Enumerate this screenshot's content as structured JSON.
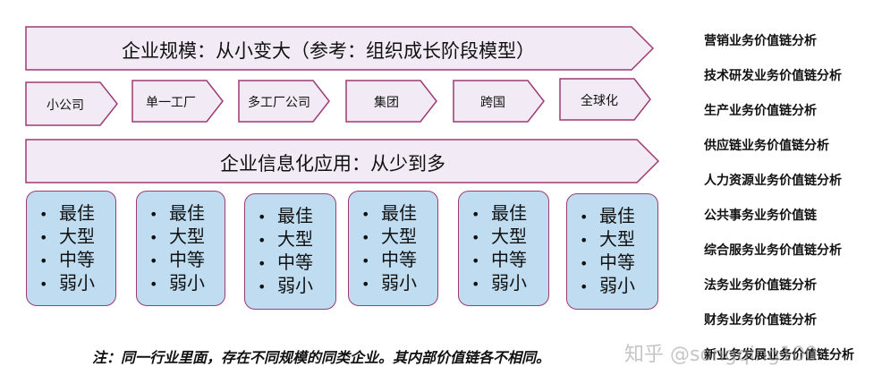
{
  "scale": {
    "title": "企业规模：从小变大（参考：组织成长阶段模型）",
    "stages": [
      "小公司",
      "单一工厂",
      "多工厂公司",
      "集团",
      "跨国",
      "全球化"
    ]
  },
  "informatization": {
    "title": "企业信息化应用：从少到多",
    "levels": [
      "最佳",
      "大型",
      "中等",
      "弱小"
    ]
  },
  "value_chains": [
    "营销业务价值链分析",
    "技术研发业务价值链分析",
    "生产业务价值链分析",
    "供应链业务价值链分析",
    "人力资源业务价值链分析",
    "公共事务业务价值链",
    "综合服务业务价值链分析",
    "法务业务价值链分析",
    "财务业务价值链分析",
    "新业务发展业务价值链分析"
  ],
  "note": "注：同一行业里面，存在不同规模的同类企业。其内部价值链各不相同。",
  "watermark": "知乎 @songqing100",
  "bullet": "•",
  "colors": {
    "arrow_fill": "#f2eaf4",
    "arrow_stroke": "#9b3b73",
    "box_fill": "#bfdcf0",
    "box_stroke": "#9b3b73"
  }
}
